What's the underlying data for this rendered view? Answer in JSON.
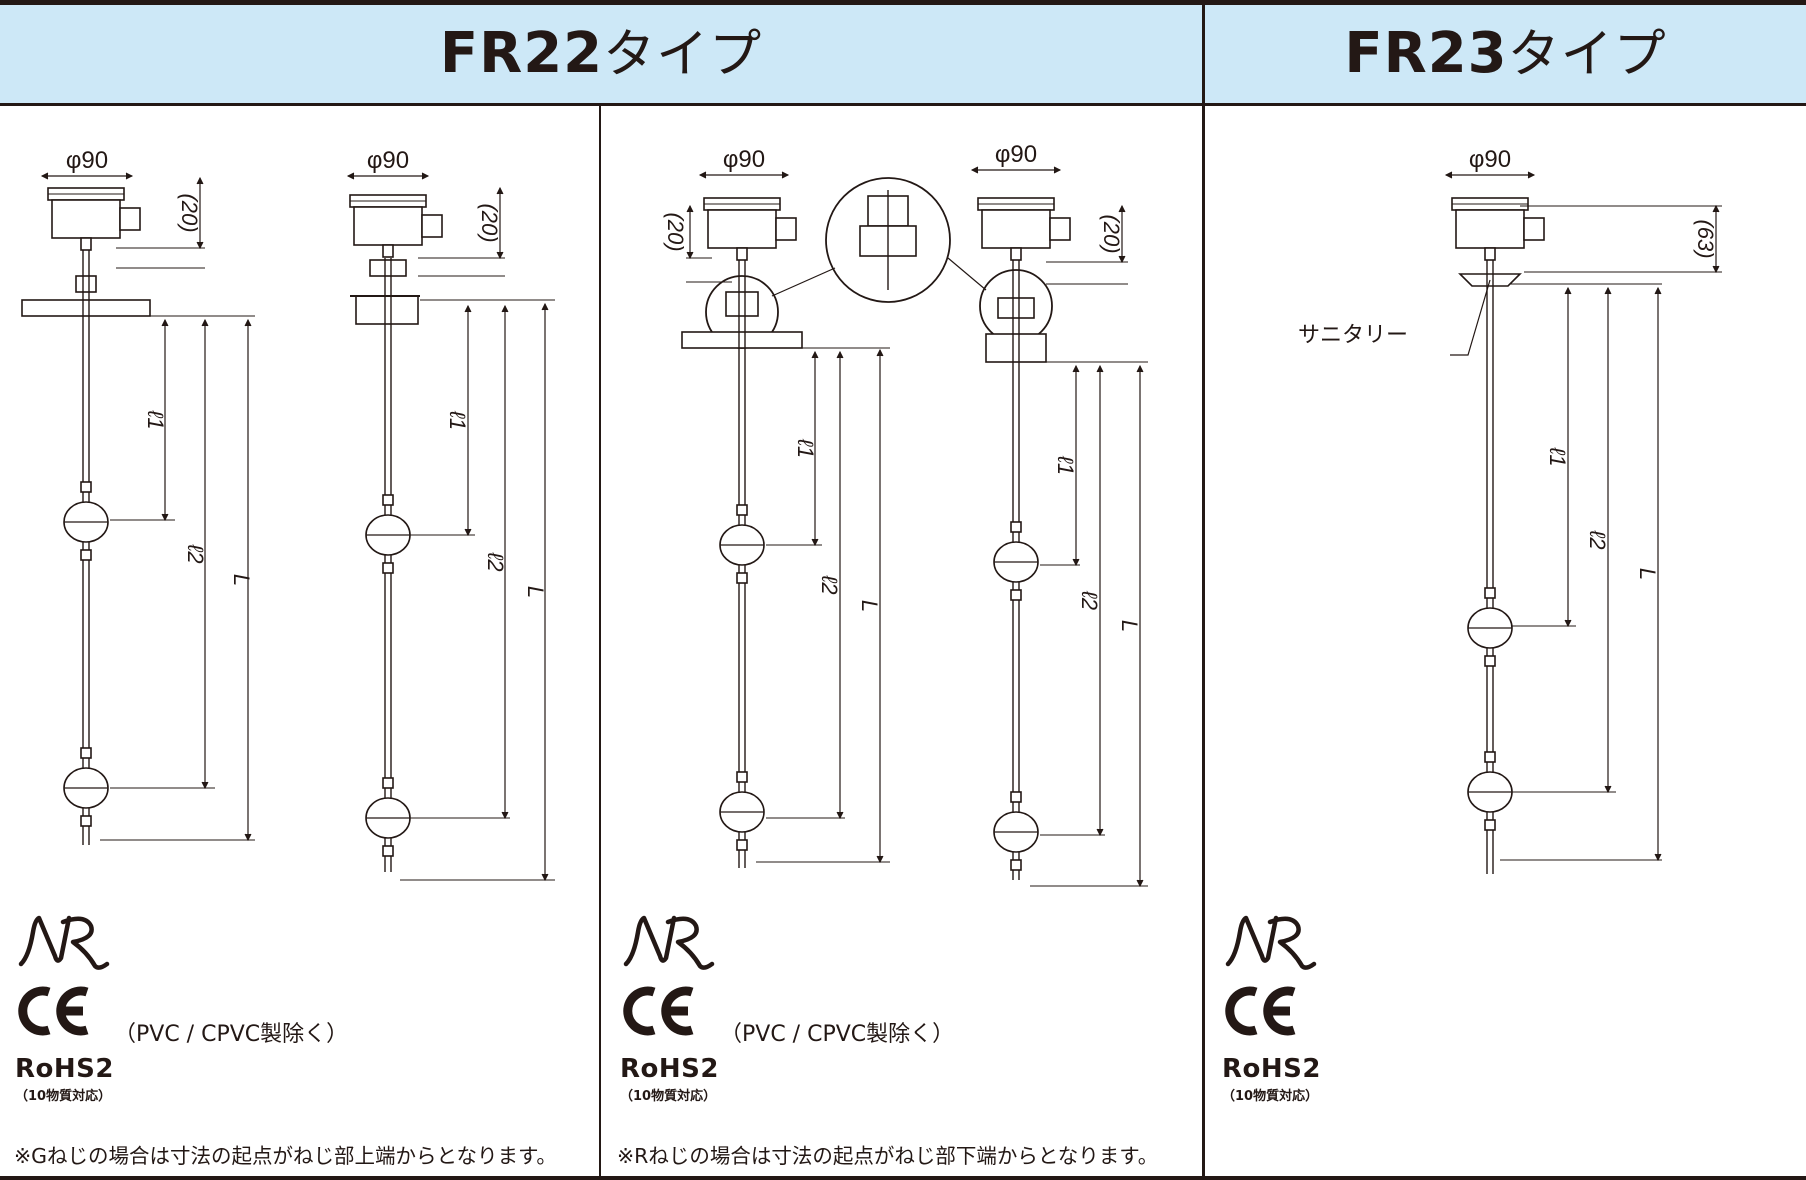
{
  "headers": [
    {
      "model": "FR22",
      "suffix": "タイプ"
    },
    {
      "model": "FR23",
      "suffix": "タイプ"
    }
  ],
  "dimensions": {
    "diameter": "φ90",
    "cap_height": "(20)",
    "cap_height_fr23": "(63)",
    "l1": "ℓ1",
    "l2": "ℓ2",
    "L": "L"
  },
  "labels": {
    "sanitary": "サニタリー"
  },
  "certs": {
    "nr": "NR",
    "ce": "CE",
    "ce_note": "（PVC / CPVC製除く）",
    "rohs": "RoHS2",
    "rohs_sub": "（10物質対応）"
  },
  "notes": {
    "g_thread": "※Gねじの場合は寸法の起点がねじ部上端からとなります。",
    "r_thread": "※Rねじの場合は寸法の起点がねじ部下端からとなります。"
  }
}
